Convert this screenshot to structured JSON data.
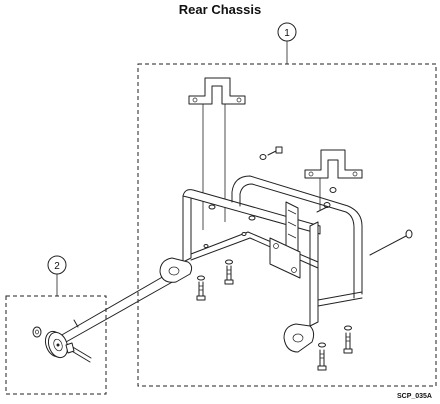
{
  "title": "Rear Chassis",
  "drawing_code": "SCP_035A",
  "callouts": [
    {
      "label": "1"
    },
    {
      "label": "2"
    }
  ]
}
